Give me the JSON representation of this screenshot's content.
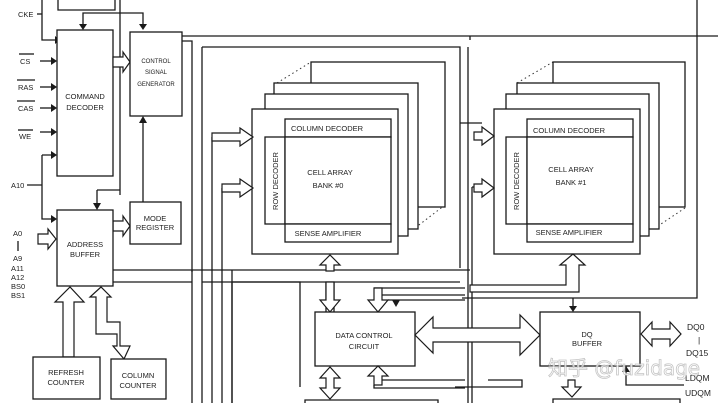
{
  "diagram": {
    "title": "SDRAM Block Diagram",
    "blocks": {
      "command_decoder": [
        "COMMAND",
        "DECODER"
      ],
      "control_signal_generator": [
        "CONTROL",
        "SIGNAL",
        "GENERATOR"
      ],
      "mode_register": [
        "MODE",
        "REGISTER"
      ],
      "address_buffer": [
        "ADDRESS",
        "BUFFER"
      ],
      "refresh_counter": [
        "REFRESH",
        "COUNTER"
      ],
      "column_counter": [
        "COLUMN",
        "COUNTER"
      ],
      "bank0": {
        "column_decoder": "COLUMN DECODER",
        "row_decoder": "ROW DECODER",
        "cell_array": [
          "CELL ARRAY",
          "BANK #0"
        ],
        "sense_amplifier": "SENSE AMPLIFIER"
      },
      "bank1": {
        "column_decoder": "COLUMN DECODER",
        "row_decoder": "ROW DECODER",
        "cell_array": [
          "CELL ARRAY",
          "BANK #1"
        ],
        "sense_amplifier": "SENSE AMPLIFIER"
      },
      "data_control_circuit": [
        "DATA CONTROL",
        "CIRCUIT"
      ],
      "dq_buffer": [
        "DQ",
        "BUFFER"
      ]
    },
    "signals": {
      "cke": "CKE",
      "cs": "CS",
      "ras": "RAS",
      "cas": "CAS",
      "we": "WE",
      "a10": "A10",
      "address_inputs": [
        "A0",
        "|",
        "A9",
        "A11",
        "A12",
        "BS0",
        "BS1"
      ],
      "dq": [
        "DQ0",
        "|",
        "DQ15"
      ],
      "dqm": [
        "LDQM",
        "UDQM"
      ]
    },
    "watermark": "知乎 @fuzidage"
  }
}
